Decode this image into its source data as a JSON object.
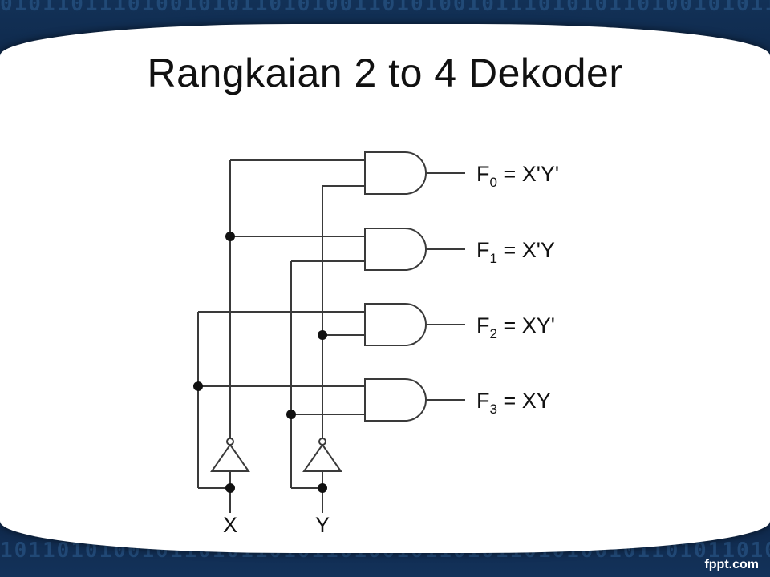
{
  "slide": {
    "title": "Rangkaian 2 to 4 Dekoder",
    "watermark": "fppt.com"
  },
  "background": {
    "binary_top": "0101101110100101011010100110101001011101010110100101011010101101011010110",
    "binary_bottom": "1011010100101101011010110100101101011010100101101011010110100101101011010"
  },
  "diagram": {
    "inputs": [
      "X",
      "Y"
    ],
    "outputs": [
      {
        "sym": "F",
        "sub": "0",
        "eq": " = X'Y'"
      },
      {
        "sym": "F",
        "sub": "1",
        "eq": " = X'Y"
      },
      {
        "sym": "F",
        "sub": "2",
        "eq": " = XY'"
      },
      {
        "sym": "F",
        "sub": "3",
        "eq": " = XY"
      }
    ]
  },
  "colors": {
    "wire": "#3a3a3a",
    "text": "#111111",
    "background": "#0b1a33",
    "panel": "#ffffff"
  }
}
